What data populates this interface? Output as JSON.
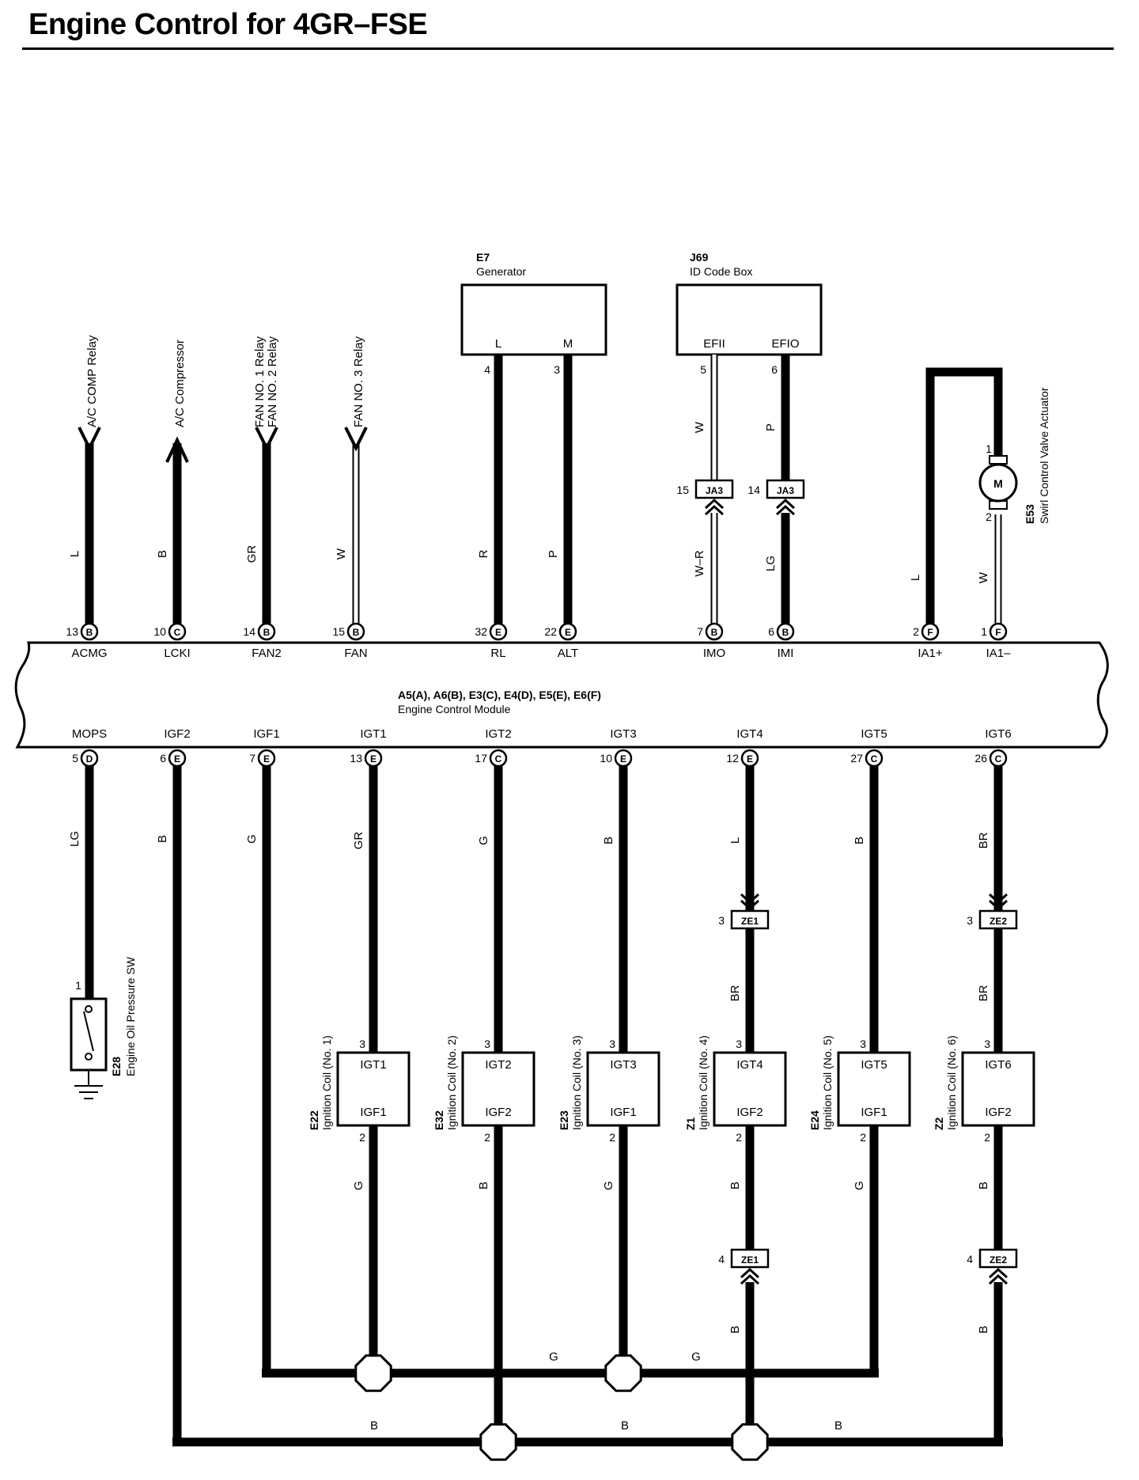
{
  "title": "Engine Control for 4GR–FSE",
  "ecm": {
    "connectors": "A5(A), A6(B), E3(C), E4(D), E5(E), E6(F)",
    "name": "Engine Control Module",
    "top_terminals": [
      {
        "pin": "13",
        "conn": "B",
        "signal": "ACMG",
        "wire": "L",
        "dest": "A/C COMP Relay"
      },
      {
        "pin": "10",
        "conn": "C",
        "signal": "LCKI",
        "wire": "B",
        "dest": "A/C Compressor"
      },
      {
        "pin": "14",
        "conn": "B",
        "signal": "FAN2",
        "wire": "GR",
        "dest": "FAN NO. 1 Relay",
        "dest2": "FAN NO. 2 Relay"
      },
      {
        "pin": "15",
        "conn": "B",
        "signal": "FAN",
        "wire": "W",
        "dest": "FAN NO. 3 Relay"
      },
      {
        "pin": "32",
        "conn": "E",
        "signal": "RL",
        "wire": "R",
        "dest_pin": "4"
      },
      {
        "pin": "22",
        "conn": "E",
        "signal": "ALT",
        "wire": "P",
        "dest_pin": "3"
      },
      {
        "pin": "7",
        "conn": "B",
        "signal": "IMO",
        "wire": "W–R",
        "upper_wire": "W",
        "dest_pin": "5",
        "jpin": "15",
        "jconn": "JA3"
      },
      {
        "pin": "6",
        "conn": "B",
        "signal": "IMI",
        "wire": "LG",
        "upper_wire": "P",
        "dest_pin": "6",
        "jpin": "14",
        "jconn": "JA3"
      },
      {
        "pin": "2",
        "conn": "F",
        "signal": "IA1+",
        "wire": "L"
      },
      {
        "pin": "1",
        "conn": "F",
        "signal": "IA1–",
        "wire": "W"
      }
    ],
    "bottom_terminals": [
      {
        "pin": "5",
        "conn": "D",
        "signal": "MOPS",
        "wire": "LG"
      },
      {
        "pin": "6",
        "conn": "E",
        "signal": "IGF2",
        "wire": "B"
      },
      {
        "pin": "7",
        "conn": "E",
        "signal": "IGF1",
        "wire": "G"
      },
      {
        "pin": "13",
        "conn": "E",
        "signal": "IGT1",
        "wire": "GR"
      },
      {
        "pin": "17",
        "conn": "C",
        "signal": "IGT2",
        "wire": "G"
      },
      {
        "pin": "10",
        "conn": "E",
        "signal": "IGT3",
        "wire": "B"
      },
      {
        "pin": "12",
        "conn": "E",
        "signal": "IGT4",
        "wire": "L"
      },
      {
        "pin": "27",
        "conn": "C",
        "signal": "IGT5",
        "wire": "B"
      },
      {
        "pin": "26",
        "conn": "C",
        "signal": "IGT6",
        "wire": "BR"
      }
    ]
  },
  "generator": {
    "id": "E7",
    "name": "Generator",
    "pin_l": "L",
    "pin_m": "M"
  },
  "id_code_box": {
    "id": "J69",
    "name": "ID Code Box",
    "pin_efii": "EFII",
    "pin_efio": "EFIO"
  },
  "swirl": {
    "id": "E53",
    "name": "Swirl Control Valve Actuator",
    "motor": "M",
    "pin1": "1",
    "pin2": "2"
  },
  "oil_sw": {
    "id": "E28",
    "name": "Engine Oil Pressure SW",
    "pin": "1"
  },
  "coils": [
    {
      "id": "E22",
      "name": "Ignition Coil (No. 1)",
      "top": "IGT1",
      "bot": "IGF1",
      "p3": "3",
      "p2": "2",
      "lower_wire": "G"
    },
    {
      "id": "E32",
      "name": "Ignition Coil (No. 2)",
      "top": "IGT2",
      "bot": "IGF2",
      "p3": "3",
      "p2": "2",
      "lower_wire": "B"
    },
    {
      "id": "E23",
      "name": "Ignition Coil (No. 3)",
      "top": "IGT3",
      "bot": "IGF1",
      "p3": "3",
      "p2": "2",
      "lower_wire": "G"
    },
    {
      "id": "Z1",
      "name": "Ignition Coil (No. 4)",
      "top": "IGT4",
      "bot": "IGF2",
      "p3": "3",
      "p2": "2",
      "lower_wire": "B",
      "mid_wire": "BR"
    },
    {
      "id": "E24",
      "name": "Ignition Coil (No. 5)",
      "top": "IGT5",
      "bot": "IGF1",
      "p3": "3",
      "p2": "2",
      "lower_wire": "G"
    },
    {
      "id": "Z2",
      "name": "Ignition Coil (No. 6)",
      "top": "IGT6",
      "bot": "IGF2",
      "p3": "3",
      "p2": "2",
      "lower_wire": "B",
      "mid_wire": "BR"
    }
  ],
  "junctions": {
    "ze1_top": {
      "pin": "3",
      "conn": "ZE1"
    },
    "ze2_top": {
      "pin": "3",
      "conn": "ZE2"
    },
    "ze1_bot": {
      "pin": "4",
      "conn": "ZE1",
      "wire": "B"
    },
    "ze2_bot": {
      "pin": "4",
      "conn": "ZE2",
      "wire": "B"
    }
  },
  "bus": {
    "g1": "G",
    "g2": "G",
    "b1": "B",
    "b2": "B",
    "b3": "B"
  }
}
